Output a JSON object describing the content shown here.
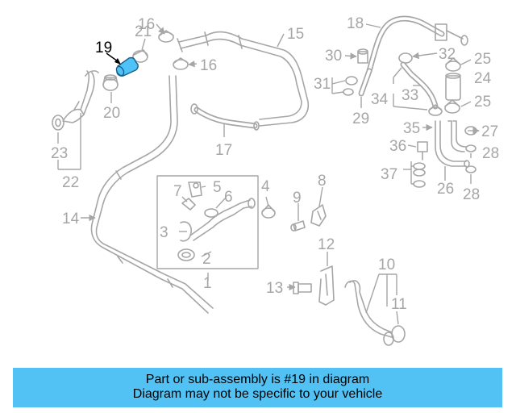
{
  "diagram": {
    "highlighted_label": "19",
    "callouts": {
      "c1": "1",
      "c2": "2",
      "c3": "3",
      "c4": "4",
      "c5": "5",
      "c6": "6",
      "c7": "7",
      "c8": "8",
      "c9": "9",
      "c10": "10",
      "c11": "11",
      "c12": "12",
      "c13": "13",
      "c14": "14",
      "c15": "15",
      "c16a": "16",
      "c16b": "16",
      "c17": "17",
      "c18": "18",
      "c20": "20",
      "c21": "21",
      "c22": "22",
      "c23": "23",
      "c24": "24",
      "c25a": "25",
      "c25b": "25",
      "c26": "26",
      "c27": "27",
      "c28a": "28",
      "c28b": "28",
      "c29": "29",
      "c30": "30",
      "c31": "31",
      "c32": "32",
      "c33": "33",
      "c34": "34",
      "c35": "35",
      "c36": "36",
      "c37": "37"
    },
    "colors": {
      "line": "#a6a6a6",
      "highlight": "#4fc3f7",
      "banner": "#52c2f5"
    }
  },
  "banner": {
    "line1": "Part or sub-assembly is #19 in diagram",
    "line2": "Diagram may not be specific to your vehicle"
  }
}
